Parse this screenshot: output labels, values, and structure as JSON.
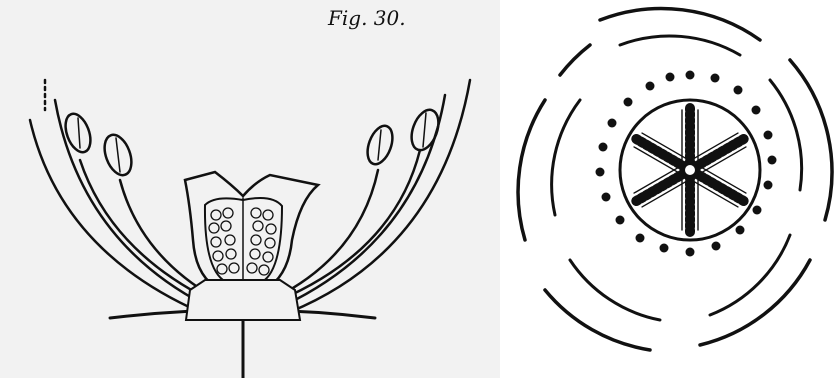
{
  "figure": {
    "caption": "Fig. 30.",
    "panels": [
      {
        "name": "flower-longitudinal-section"
      },
      {
        "name": "flower-cross-section"
      }
    ]
  },
  "colors": {
    "ink": "#111111",
    "paper": "#ffffff",
    "left_panel_bg": "#f2f2f2"
  }
}
